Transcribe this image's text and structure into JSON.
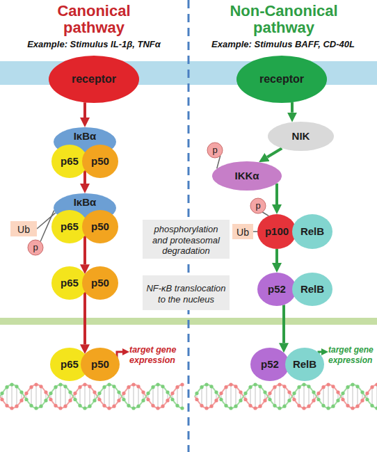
{
  "diagram": {
    "nodes": [
      {
        "text": [
          "receptor"
        ]
      },
      {
        "text": [
          "IκBα"
        ]
      },
      {
        "text": [
          "p65"
        ]
      },
      {
        "text": [
          "p50"
        ]
      },
      {
        "text": [
          "Ub"
        ]
      },
      {
        "text": [
          "p"
        ]
      },
      {
        "text": [
          "IκBα"
        ]
      },
      {
        "text": [
          "p65"
        ]
      },
      {
        "text": [
          "p50"
        ]
      },
      {
        "text": [
          "p65"
        ]
      },
      {
        "text": [
          "p50"
        ]
      },
      {
        "text": [
          "p65"
        ]
      },
      {
        "text": [
          "p50"
        ]
      },
      {
        "text": [
          "receptor"
        ]
      },
      {
        "text": [
          "NIK"
        ]
      },
      {
        "text": [
          "p"
        ]
      },
      {
        "text": [
          "IKKα"
        ]
      },
      {
        "text": [
          "p"
        ]
      },
      {
        "text": [
          "Ub"
        ]
      },
      {
        "text": [
          "p100"
        ]
      },
      {
        "text": [
          "RelB"
        ]
      },
      {
        "text": [
          "p52"
        ]
      },
      {
        "text": [
          "RelB"
        ]
      },
      {
        "text": [
          "p52"
        ]
      },
      {
        "text": [
          "RelB"
        ]
      },
      {
        "text": [
          "phosphorylation and proteasomal degradation"
        ]
      },
      {
        "text": [
          "NF-κB translocation to the nucleus"
        ]
      }
    ],
    "edges": [
      {
        "from": 0,
        "to": 1,
        "arrow": "to"
      },
      {
        "from": 2,
        "to": 6,
        "arrow": "to"
      },
      {
        "from": 4,
        "to": 6,
        "arrow": "none"
      },
      {
        "from": 5,
        "to": 6,
        "arrow": "none"
      },
      {
        "from": 7,
        "to": 9,
        "arrow": "to"
      },
      {
        "from": 9,
        "to": 11,
        "arrow": "to"
      },
      {
        "from": 13,
        "to": 14,
        "arrow": "to"
      },
      {
        "from": 14,
        "to": 16,
        "arrow": "to"
      },
      {
        "from": 15,
        "to": 16,
        "arrow": "none"
      },
      {
        "from": 16,
        "to": 19,
        "arrow": "to"
      },
      {
        "from": 17,
        "to": 19,
        "arrow": "none"
      },
      {
        "from": 18,
        "to": 19,
        "arrow": "none"
      },
      {
        "from": 19,
        "to": 21,
        "arrow": "to"
      },
      {
        "from": 21,
        "to": 23,
        "arrow": "to"
      }
    ],
    "labels": [
      "Canonical pathway",
      "Non-Canonical pathway",
      "Example: Stimulus IL-1β, TNFα",
      "Example: Stimulus BAFF, CD-40L",
      "target gene expression",
      "target gene expression"
    ]
  }
}
